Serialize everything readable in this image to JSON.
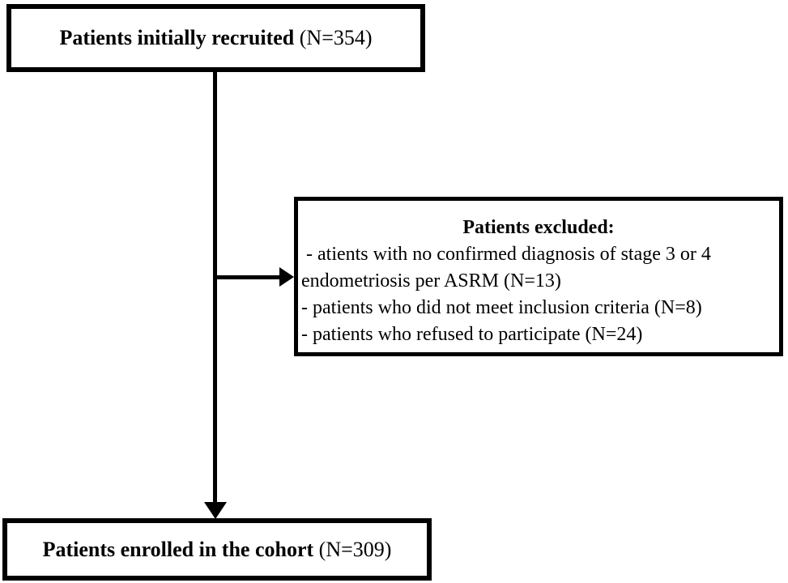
{
  "colors": {
    "line": "#000000",
    "background": "#ffffff"
  },
  "boxes": {
    "recruited": {
      "label_bold": "Patients initially recruited",
      "label_regular": " (N=354)"
    },
    "excluded": {
      "title": "Patients excluded:",
      "lines": [
        " - atients with no confirmed diagnosis of stage 3 or 4",
        "endometriosis per ASRM (N=13)",
        "- patients who did not meet inclusion criteria (N=8)",
        "- patients who refused to participate (N=24)"
      ]
    },
    "enrolled": {
      "label_bold": "Patients enrolled in the cohort",
      "label_regular": " (N=309)"
    }
  }
}
